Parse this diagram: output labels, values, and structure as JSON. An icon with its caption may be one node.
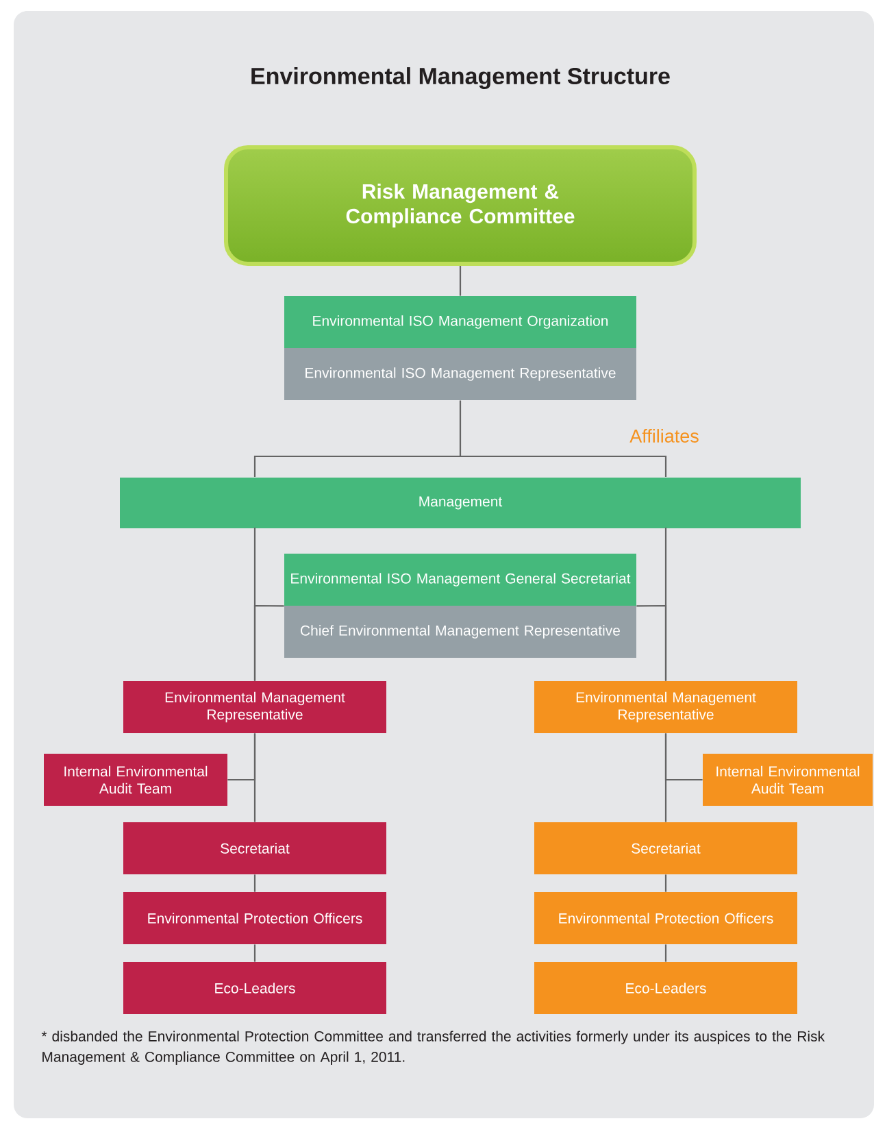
{
  "diagram": {
    "title": "Environmental Management Structure",
    "caption": "* disbanded the Environmental Protection Committee and transferred the activities formerly under its auspices to the Risk Management & Compliance Committee on April 1, 2011.",
    "nodes": [
      {
        "text": [
          "Risk Management & Compliance Committee"
        ]
      },
      {
        "text": [
          "Environmental ISO Management Organization"
        ]
      },
      {
        "text": [
          "Environmental ISO Management Representative"
        ]
      },
      {
        "text": [
          "Management"
        ]
      },
      {
        "text": [
          "Environmental ISO Management General Secretariat"
        ]
      },
      {
        "text": [
          "Chief Environmental Management Representative"
        ]
      },
      {
        "text": [
          "Environmental Management Representative"
        ]
      },
      {
        "text": [
          "Internal Environmental Audit Team"
        ]
      },
      {
        "text": [
          "Secretariat"
        ]
      },
      {
        "text": [
          "Environmental Protection Officers"
        ]
      },
      {
        "text": [
          "Eco-Leaders"
        ]
      },
      {
        "text": [
          "Environmental Management Representative"
        ]
      },
      {
        "text": [
          "Internal Environmental Audit Team"
        ]
      },
      {
        "text": [
          "Secretariat"
        ]
      },
      {
        "text": [
          "Environmental Protection Officers"
        ]
      },
      {
        "text": [
          "Eco-Leaders"
        ]
      }
    ],
    "edges": [
      {
        "from": 0,
        "to": 1,
        "arrow": "none"
      },
      {
        "from": 2,
        "to": 3,
        "arrow": "none"
      },
      {
        "from": 3,
        "to": 6,
        "arrow": "none"
      },
      {
        "from": 3,
        "to": 11,
        "arrow": "none"
      },
      {
        "from": 4,
        "to": 6,
        "arrow": "none"
      },
      {
        "from": 4,
        "to": 11,
        "arrow": "none"
      },
      {
        "from": 6,
        "to": 7,
        "arrow": "none"
      },
      {
        "from": 6,
        "to": 8,
        "arrow": "none"
      },
      {
        "from": 8,
        "to": 9,
        "arrow": "none"
      },
      {
        "from": 9,
        "to": 10,
        "arrow": "none"
      },
      {
        "from": 11,
        "to": 12,
        "arrow": "none"
      },
      {
        "from": 11,
        "to": 13,
        "arrow": "none"
      },
      {
        "from": 13,
        "to": 14,
        "arrow": "none"
      },
      {
        "from": 14,
        "to": 15,
        "arrow": "none"
      }
    ],
    "labels": [
      "Affiliates"
    ]
  }
}
